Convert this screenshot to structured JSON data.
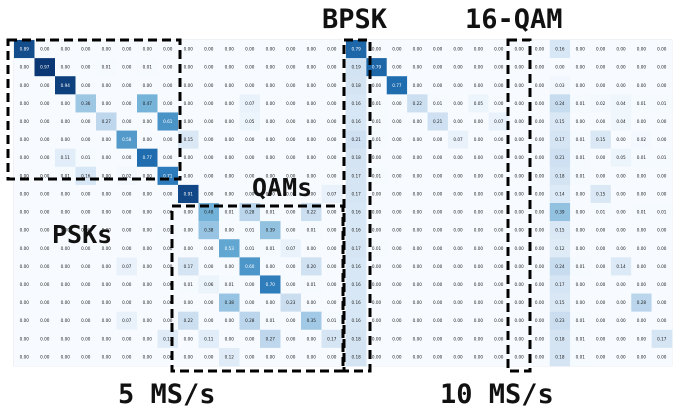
{
  "labels": {
    "bpsk": "BPSK",
    "qam16": "16-QAM",
    "qams": "QAMs",
    "psks": "PSKs",
    "rate_left": "5 MS/s",
    "rate_right": "10 MS/s"
  },
  "colors": {
    "cmap_low": "#f7fbff",
    "cmap_high": "#08306b",
    "box_stroke": "#000000",
    "text_dark": "#222222",
    "text_light": "#ffffff"
  },
  "chart_data": [
    {
      "type": "heatmap",
      "name": "",
      "size": 16,
      "matrix": [
        [
          0.89,
          0.0,
          0.0,
          0.0,
          0.0,
          0.0,
          0.0,
          0.0,
          0.0,
          0.0,
          0.0,
          0.0,
          0.0,
          0.0,
          0.0,
          0.0
        ],
        [
          0.0,
          0.97,
          0.0,
          0.0,
          0.01,
          0.0,
          0.01,
          0.0,
          0.0,
          0.0,
          0.0,
          0.0,
          0.0,
          0.0,
          0.0,
          0.0
        ],
        [
          0.0,
          0.0,
          0.94,
          0.0,
          0.0,
          0.0,
          0.0,
          0.0,
          0.0,
          0.0,
          0.0,
          0.0,
          0.0,
          0.0,
          0.0,
          0.0
        ],
        [
          0.0,
          0.0,
          0.0,
          0.36,
          0.0,
          0.0,
          0.47,
          0.0,
          0.0,
          0.0,
          0.0,
          0.07,
          0.0,
          0.0,
          0.0,
          0.0
        ],
        [
          0.0,
          0.0,
          0.0,
          0.0,
          0.27,
          0.0,
          0.0,
          0.61,
          0.0,
          0.0,
          0.0,
          0.05,
          0.0,
          0.0,
          0.0,
          0.0
        ],
        [
          0.0,
          0.0,
          0.0,
          0.0,
          0.0,
          0.58,
          0.0,
          0.0,
          0.15,
          0.0,
          0.0,
          0.0,
          0.0,
          0.0,
          0.0,
          0.0
        ],
        [
          0.0,
          0.0,
          0.11,
          0.01,
          0.0,
          0.0,
          0.77,
          0.0,
          0.0,
          0.0,
          0.0,
          0.0,
          0.0,
          0.0,
          0.0,
          0.0
        ],
        [
          0.0,
          0.0,
          0.01,
          0.16,
          0.0,
          0.02,
          0.0,
          0.71,
          0.0,
          0.0,
          0.0,
          0.0,
          0.0,
          0.0,
          0.0,
          0.0
        ],
        [
          0.0,
          0.0,
          0.0,
          0.0,
          0.0,
          0.0,
          0.0,
          0.0,
          0.91,
          0.0,
          0.0,
          0.0,
          0.0,
          0.0,
          0.0,
          0.07
        ],
        [
          0.0,
          0.0,
          0.0,
          0.0,
          0.0,
          0.0,
          0.0,
          0.0,
          0.0,
          0.48,
          0.01,
          0.28,
          0.01,
          0.0,
          0.22,
          0.0
        ],
        [
          0.0,
          0.0,
          0.0,
          0.0,
          0.0,
          0.0,
          0.0,
          0.01,
          0.0,
          0.38,
          0.0,
          0.01,
          0.39,
          0.0,
          0.01,
          0.0
        ],
        [
          0.0,
          0.0,
          0.0,
          0.0,
          0.0,
          0.0,
          0.0,
          0.0,
          0.0,
          0.0,
          0.53,
          0.01,
          0.01,
          0.07,
          0.0,
          0.0
        ],
        [
          0.0,
          0.0,
          0.0,
          0.0,
          0.0,
          0.07,
          0.0,
          0.0,
          0.17,
          0.0,
          0.0,
          0.6,
          0.0,
          0.0,
          0.2,
          0.0
        ],
        [
          0.0,
          0.0,
          0.0,
          0.0,
          0.0,
          0.0,
          0.0,
          0.0,
          0.01,
          0.06,
          0.01,
          0.0,
          0.7,
          0.0,
          0.01,
          0.0
        ],
        [
          0.0,
          0.0,
          0.0,
          0.0,
          0.0,
          0.0,
          0.0,
          0.0,
          0.0,
          0.0,
          0.38,
          0.0,
          0.0,
          0.23,
          0.0,
          0.0
        ],
        [
          0.0,
          0.0,
          0.0,
          0.0,
          0.0,
          0.07,
          0.0,
          0.0,
          0.22,
          0.0,
          0.0,
          0.28,
          0.01,
          0.0,
          0.35,
          0.01
        ],
        [
          0.0,
          0.0,
          0.0,
          0.0,
          0.0,
          0.0,
          0.0,
          0.12,
          0.0,
          0.11,
          0.0,
          0.0,
          0.27,
          0.0,
          0.0,
          0.17
        ],
        [
          0.0,
          0.0,
          0.0,
          0.0,
          0.0,
          0.0,
          0.0,
          0.0,
          0.0,
          0.0,
          0.12,
          0.0,
          0.0,
          0.0,
          0.0,
          0.0
        ]
      ]
    },
    {
      "type": "heatmap",
      "name": "",
      "size": 16,
      "matrix": [
        [
          0.79,
          0.0,
          0.0,
          0.0,
          0.0,
          0.0,
          0.0,
          0.0,
          0.0,
          0.0,
          0.16,
          0.0,
          0.0,
          0.0,
          0.0,
          0.0
        ],
        [
          0.19,
          0.79,
          0.0,
          0.0,
          0.0,
          0.0,
          0.0,
          0.0,
          0.0,
          0.0,
          0.0,
          0.0,
          0.0,
          0.0,
          0.0,
          0.0
        ],
        [
          0.18,
          0.0,
          0.77,
          0.0,
          0.0,
          0.0,
          0.0,
          0.0,
          0.0,
          0.0,
          0.03,
          0.0,
          0.0,
          0.0,
          0.0,
          0.0
        ],
        [
          0.16,
          0.01,
          0.0,
          0.22,
          0.01,
          0.0,
          0.05,
          0.0,
          0.0,
          0.0,
          0.24,
          0.01,
          0.02,
          0.04,
          0.01,
          0.01
        ],
        [
          0.16,
          0.01,
          0.0,
          0.0,
          0.21,
          0.0,
          0.0,
          0.07,
          0.0,
          0.0,
          0.15,
          0.0,
          0.0,
          0.04,
          0.0,
          0.0
        ],
        [
          0.21,
          0.01,
          0.0,
          0.0,
          0.0,
          0.07,
          0.0,
          0.0,
          0.0,
          0.0,
          0.17,
          0.01,
          0.15,
          0.0,
          0.02,
          0.0
        ],
        [
          0.18,
          0.0,
          0.0,
          0.0,
          0.0,
          0.0,
          0.0,
          0.0,
          0.0,
          0.0,
          0.21,
          0.01,
          0.0,
          0.05,
          0.01,
          0.01
        ],
        [
          0.17,
          0.01,
          0.0,
          0.0,
          0.0,
          0.0,
          0.0,
          0.0,
          0.0,
          0.0,
          0.18,
          0.01,
          0.0,
          0.0,
          0.0,
          0.0
        ],
        [
          0.17,
          0.0,
          0.0,
          0.0,
          0.0,
          0.0,
          0.0,
          0.0,
          0.0,
          0.0,
          0.14,
          0.0,
          0.15,
          0.0,
          0.0,
          0.0
        ],
        [
          0.16,
          0.0,
          0.0,
          0.0,
          0.0,
          0.0,
          0.0,
          0.0,
          0.0,
          0.0,
          0.39,
          0.0,
          0.01,
          0.0,
          0.01,
          0.01
        ],
        [
          0.16,
          0.0,
          0.0,
          0.0,
          0.0,
          0.0,
          0.0,
          0.0,
          0.0,
          0.0,
          0.15,
          0.0,
          0.0,
          0.0,
          0.0,
          0.0
        ],
        [
          0.17,
          0.01,
          0.0,
          0.0,
          0.0,
          0.0,
          0.0,
          0.0,
          0.0,
          0.0,
          0.12,
          0.0,
          0.0,
          0.0,
          0.0,
          0.0
        ],
        [
          0.16,
          0.0,
          0.0,
          0.0,
          0.0,
          0.0,
          0.0,
          0.0,
          0.0,
          0.0,
          0.24,
          0.01,
          0.0,
          0.14,
          0.0,
          0.0
        ],
        [
          0.16,
          0.0,
          0.0,
          0.0,
          0.0,
          0.0,
          0.0,
          0.0,
          0.0,
          0.0,
          0.17,
          0.0,
          0.0,
          0.0,
          0.0,
          0.0
        ],
        [
          0.16,
          0.0,
          0.0,
          0.0,
          0.0,
          0.0,
          0.0,
          0.0,
          0.0,
          0.0,
          0.15,
          0.0,
          0.0,
          0.0,
          0.28,
          0.0
        ],
        [
          0.16,
          0.0,
          0.0,
          0.0,
          0.0,
          0.0,
          0.0,
          0.0,
          0.0,
          0.0,
          0.23,
          0.01,
          0.0,
          0.0,
          0.0,
          0.0
        ],
        [
          0.18,
          0.0,
          0.0,
          0.0,
          0.0,
          0.0,
          0.0,
          0.0,
          0.0,
          0.0,
          0.18,
          0.01,
          0.0,
          0.0,
          0.0,
          0.17
        ],
        [
          0.18,
          0.0,
          0.0,
          0.0,
          0.0,
          0.0,
          0.0,
          0.0,
          0.0,
          0.0,
          0.18,
          0.01,
          0.0,
          0.0,
          0.0,
          0.0
        ]
      ]
    }
  ]
}
